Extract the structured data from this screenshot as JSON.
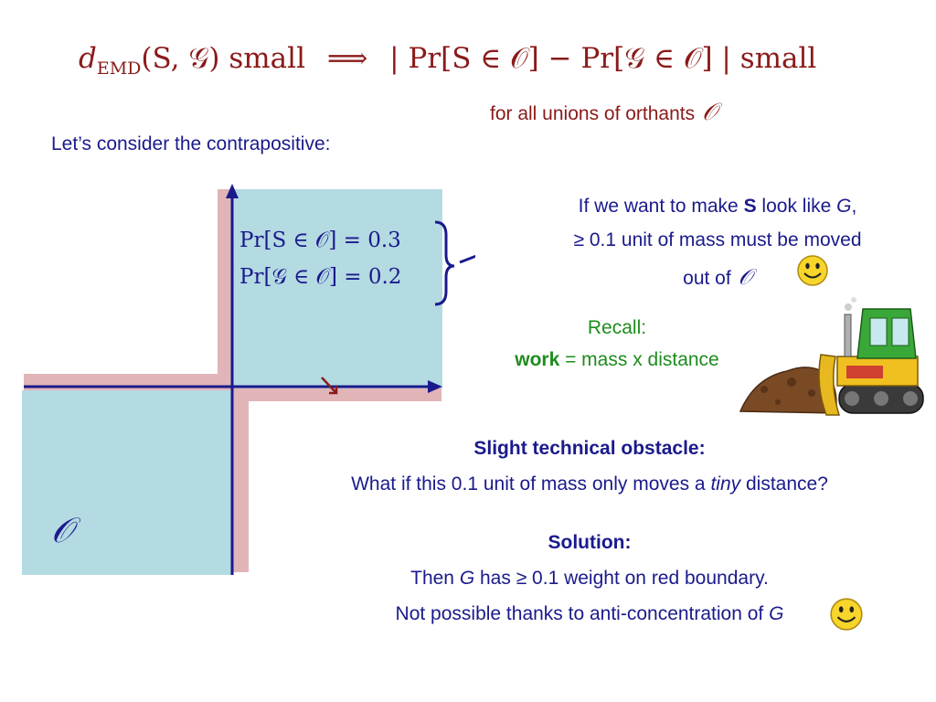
{
  "title": {
    "lhs_d": "d",
    "lhs_sub": "EMD",
    "lhs_args": "(S, 𝒢) small",
    "implies": "⟹",
    "rhs": "| Pr[S ∈ 𝒪] − Pr[𝒢 ∈ 𝒪] | small"
  },
  "subtitle": {
    "text": "for all unions of orthants",
    "symbol": "𝒪"
  },
  "intro": "Let’s consider the contrapositive:",
  "diagram": {
    "eq1": "Pr[S ∈ 𝒪] = 0.3",
    "eq2": "Pr[𝒢 ∈ 𝒪] = 0.2",
    "region_label": "𝒪",
    "colors": {
      "region": "#b4dae2",
      "boundary": "#e1b4b8",
      "axis": "#1a1a8c",
      "arrow": "#8b1a1a"
    }
  },
  "callout": {
    "line1_pre": "If we want to make ",
    "line1_bold": "S",
    "line1_mid": " look like ",
    "line1_italic": "G",
    "line1_post": ",",
    "line2": "≥ 0.1 unit of mass must be moved",
    "line3": "out of",
    "line3_symbol": "𝒪"
  },
  "recall": {
    "label": "Recall:",
    "bold": "work",
    "rest": " = mass x distance"
  },
  "obstacle": {
    "heading": "Slight technical obstacle:",
    "pre": "What if this 0.1 unit of mass only moves a ",
    "italic": "tiny",
    "post": " distance?"
  },
  "solution": {
    "heading": "Solution:",
    "line1_pre": "Then ",
    "line1_italic": "G",
    "line1_post": " has ≥ 0.1 weight on red boundary.",
    "line2_pre": "Not possible thanks to anti-concentration of ",
    "line2_italic": "G"
  },
  "icons": [
    "smiley-icon",
    "bulldozer-image"
  ]
}
